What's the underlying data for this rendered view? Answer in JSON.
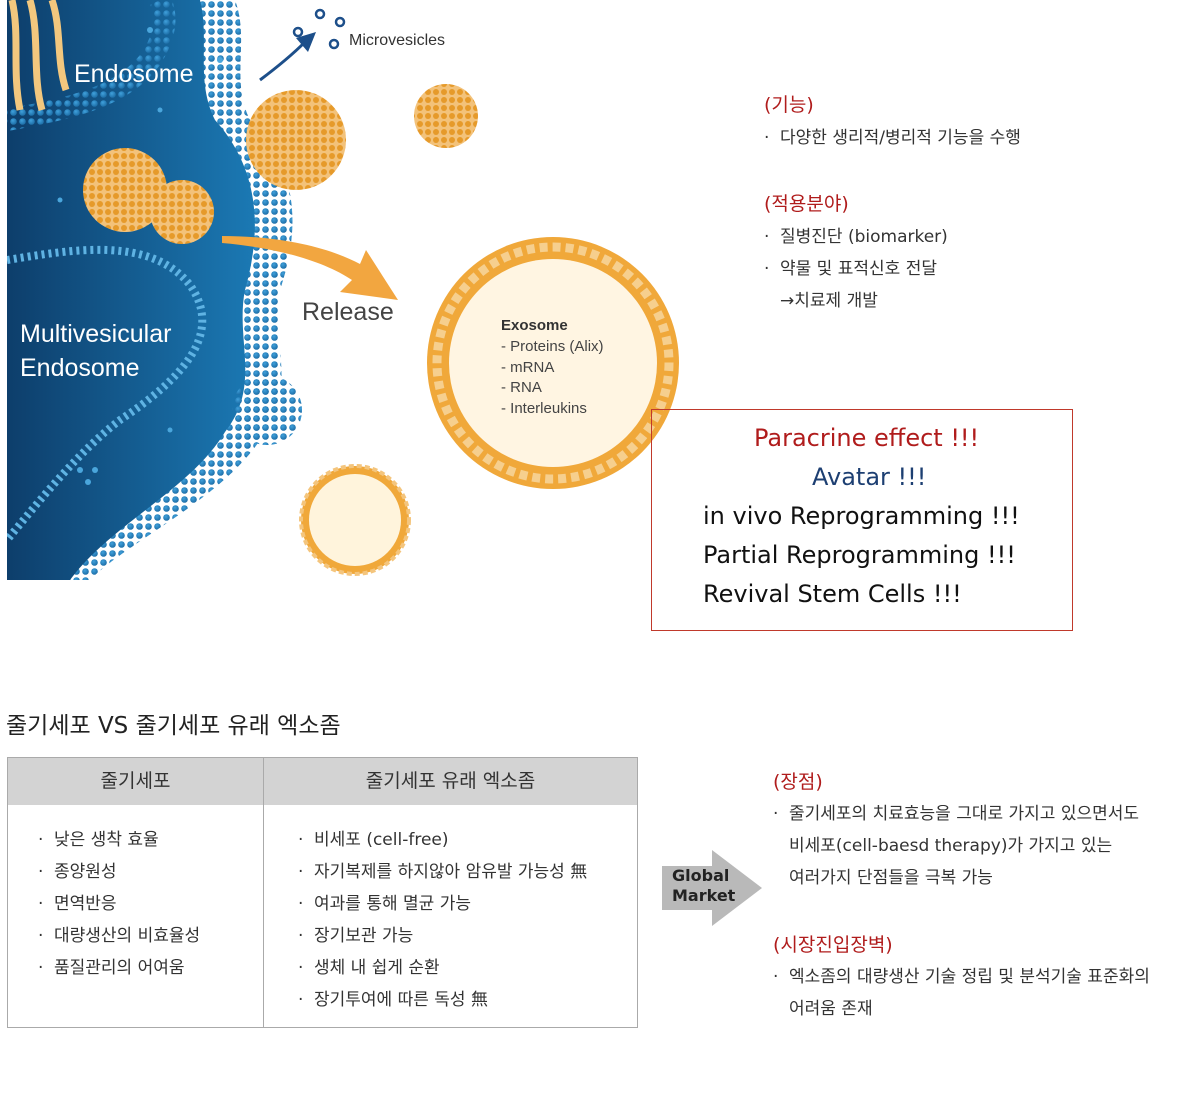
{
  "diagram": {
    "microvesicles": "Microvesicles",
    "endosome": "Endosome",
    "multivesicular": [
      "Multivesicular",
      "Endosome"
    ],
    "release": "Release",
    "exosome": {
      "title": "Exosome",
      "contents": [
        "- Proteins (Alix)",
        "- mRNA",
        "- RNA",
        "- Interleukins"
      ]
    },
    "colors": {
      "membrane_blue": "#1d6fa5",
      "dark_blue": "#0d3e6b",
      "vesicle_orange": "#f0a83a",
      "arrow_orange": "#f2a640",
      "gray_arrow": "#b8b8b8"
    }
  },
  "info": {
    "function": {
      "header": "(기능)",
      "items": [
        "다양한 생리적/병리적 기능을 수행"
      ]
    },
    "application": {
      "header": "(적용분야)",
      "items": [
        "질병진단 (biomarker)",
        "약물 및 표적신호 전달",
        "→치료제 개발"
      ]
    }
  },
  "effects": {
    "paracrine": "Paracrine effect !!!",
    "avatar": "Avatar !!!",
    "invivo": "in vivo Reprogramming !!!",
    "partial": "Partial Reprogramming !!!",
    "revival": "Revival Stem Cells !!!"
  },
  "comparison": {
    "title": "줄기세포 VS 줄기세포 유래 엑소좀",
    "columns": [
      {
        "header": "줄기세포",
        "items": [
          "낮은 생착 효율",
          "종양원성",
          "면역반응",
          "대량생산의 비효율성",
          "품질관리의 어여움"
        ]
      },
      {
        "header": "줄기세포 유래 엑소좀",
        "items": [
          "비세포 (cell-free)",
          "자기복제를 하지않아 암유발 가능성 無",
          "여과를 통해 멸균 가능",
          "장기보관 가능",
          "생체 내 쉽게 순환",
          "장기투여에 따른 독성 無"
        ]
      }
    ]
  },
  "market": {
    "arrow_label": [
      "Global",
      "Market"
    ],
    "advantages": {
      "header": "(장점)",
      "lines": [
        "줄기세포의 치료효능을 그대로 가지고 있으면서도",
        "비세포(cell-baesd therapy)가 가지고 있는",
        "여러가지 단점들을 극복 가능"
      ]
    },
    "barriers": {
      "header": "(시장진입장벽)",
      "lines": [
        "엑소좀의 대량생산 기술 정립 및 분석기술 표준화의",
        "어려움 존재"
      ]
    }
  }
}
